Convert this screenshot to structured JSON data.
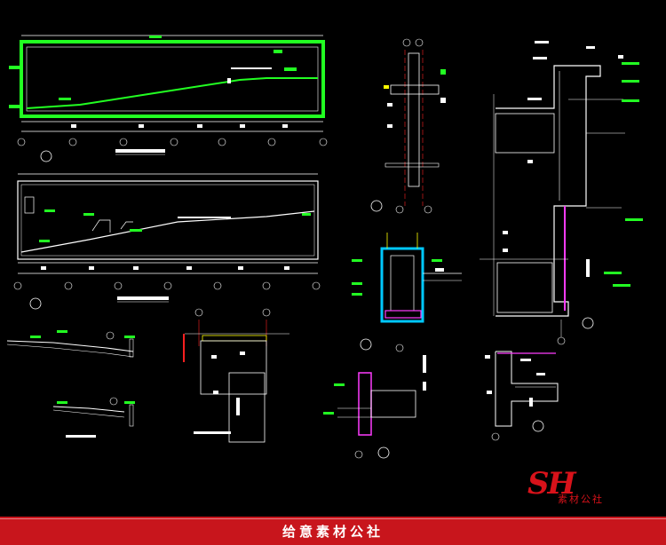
{
  "watermark": {
    "logo_letters": "SH",
    "logo_subtitle": "素材公社",
    "footer_text": "给意素材公社",
    "brand_color": "#d8121a",
    "footer_color": "#c8151c"
  },
  "colors": {
    "background": "#000000",
    "outline": "#ffffff",
    "section": "#22ff22",
    "dimension": "#00c8ff",
    "annotation": "#ff3cff",
    "axis": "#ff2020",
    "leader": "#ffff00",
    "label": "#00ff00"
  }
}
